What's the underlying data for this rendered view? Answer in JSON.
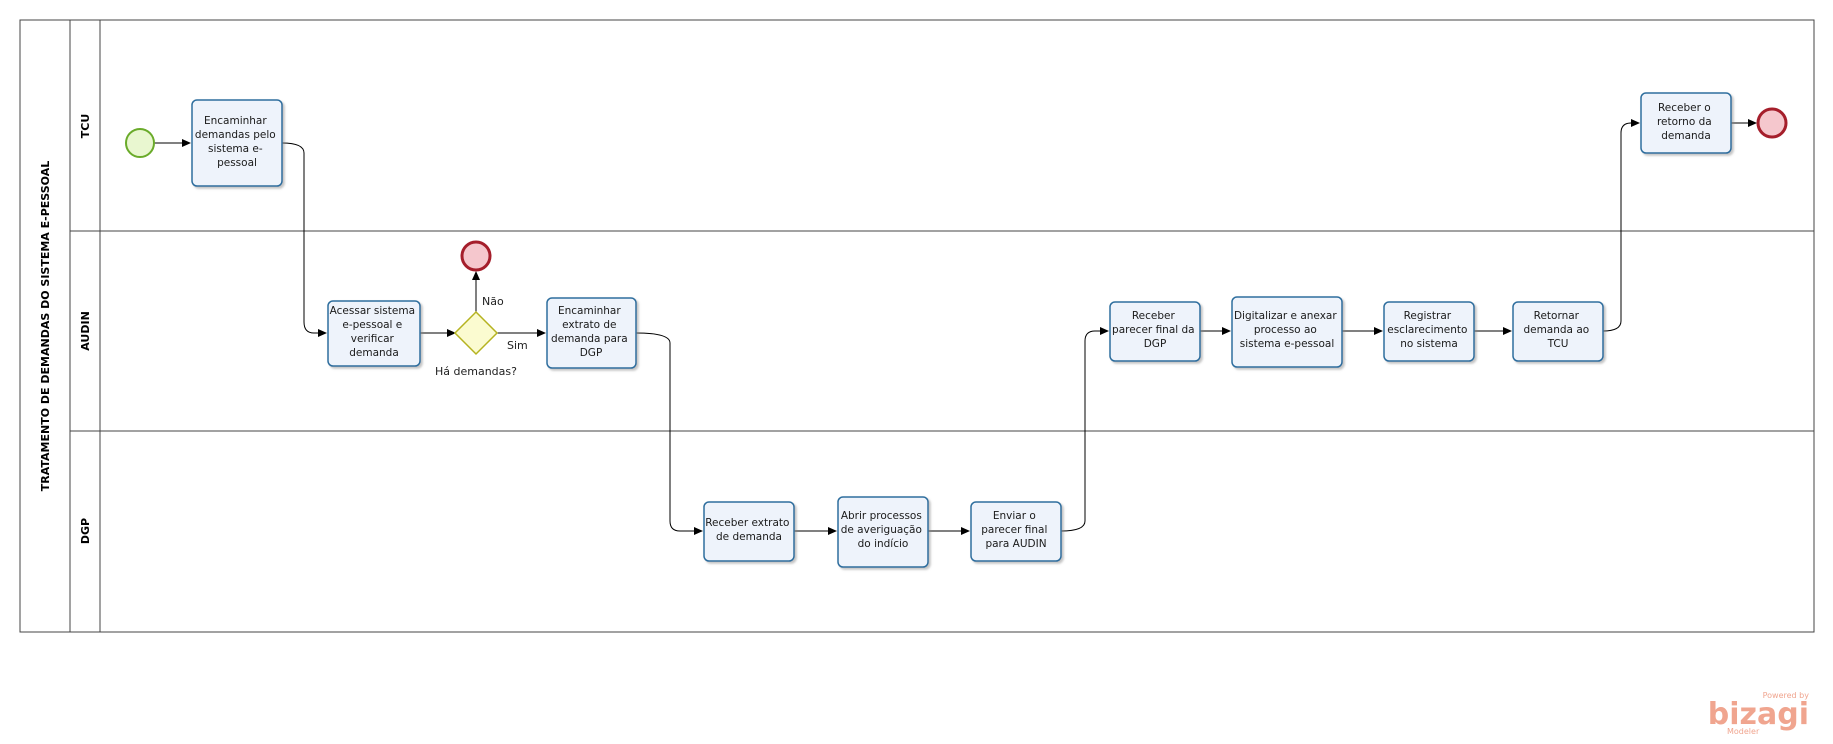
{
  "pool": {
    "title": "TRATAMENTO DE DEMANDAS DO SISTEMA E-PESSOAL"
  },
  "lanes": [
    {
      "id": "tcu",
      "label": "TCU"
    },
    {
      "id": "audin",
      "label": "AUDIN"
    },
    {
      "id": "dgp",
      "label": "DGP"
    }
  ],
  "tasks": {
    "t1": [
      "Encaminhar",
      "demandas pelo",
      "sistema e-",
      "pessoal"
    ],
    "t2": [
      "Acessar sistema",
      "e-pessoal  e",
      "verificar",
      "demanda"
    ],
    "t3": [
      "Encaminhar",
      "extrato de",
      "demanda para",
      "DGP"
    ],
    "t4": [
      "Receber extrato",
      "de demanda"
    ],
    "t5": [
      "Abrir processos",
      "de averiguação",
      "do indício"
    ],
    "t6": [
      "Enviar o",
      "parecer final",
      "para AUDIN"
    ],
    "t7": [
      "Receber",
      "parecer final da",
      "DGP"
    ],
    "t8": [
      "Digitalizar e anexar",
      "processo ao",
      "sistema e-pessoal"
    ],
    "t9": [
      "Registrar",
      "esclarecimento",
      "no sistema"
    ],
    "t10": [
      "Retornar",
      "demanda ao",
      "TCU"
    ],
    "t11": [
      "Receber o",
      "retorno da",
      "demanda"
    ]
  },
  "gateway": {
    "label": "Há demandas?",
    "yes_label": "Sim",
    "no_label": "Não"
  },
  "watermark": {
    "powered": "Powered by",
    "brand": "bizagi",
    "product": "Modeler"
  },
  "colors": {
    "task_fill": "#eef3fb",
    "task_stroke": "#2e6e9e",
    "start_fill": "#e9f7d0",
    "start_stroke": "#6aab2a",
    "end_fill": "#f5c7cd",
    "end_stroke": "#a51e2b",
    "gateway_fill": "#fbfbd0",
    "gateway_stroke": "#b5b320",
    "line": "#000000",
    "watermark": "#f0a58f"
  }
}
